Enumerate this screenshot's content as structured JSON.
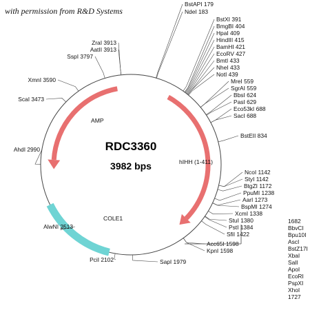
{
  "credit": "with permission from R&D Systems",
  "plasmid": {
    "name": "RDC3360",
    "size_label": "3982 bps",
    "length": 3982
  },
  "colors": {
    "amp": "#e87070",
    "insert": "#e87070",
    "cole1": "#6fd4d4",
    "line": "#444444"
  },
  "features": [
    {
      "label": "AMP"
    },
    {
      "label": "hIHH (1-411)"
    },
    {
      "label": "COLE1"
    }
  ],
  "sites": [
    {
      "label": "BstAPI 179"
    },
    {
      "label": "NdeI 183"
    },
    {
      "label": "BstXI 391"
    },
    {
      "label": "BmgBI 404"
    },
    {
      "label": "HpaI 409"
    },
    {
      "label": "HindIII 415"
    },
    {
      "label": "BamHI 421"
    },
    {
      "label": "EcoRV 427"
    },
    {
      "label": "BmtI 433"
    },
    {
      "label": "NheI 433"
    },
    {
      "label": "NotI 439"
    },
    {
      "label": "MreI 559"
    },
    {
      "label": "SgrAI 559"
    },
    {
      "label": "BbsI 624"
    },
    {
      "label": "PasI 629"
    },
    {
      "label": "Eco53kI 688"
    },
    {
      "label": "SacI 688"
    },
    {
      "label": "BstEII 834"
    },
    {
      "label": "NcoI 1142"
    },
    {
      "label": "StyI 1142"
    },
    {
      "label": "BtgZI 1172"
    },
    {
      "label": "PpuMI 1238"
    },
    {
      "label": "AarI 1273"
    },
    {
      "label": "BspMI 1274"
    },
    {
      "label": "XcmI 1338"
    },
    {
      "label": "StuI 1380"
    },
    {
      "label": "PstI 1384"
    },
    {
      "label": "SfiI 1422"
    },
    {
      "label": "Acc65I 1598"
    },
    {
      "label": "KpnI 1598"
    },
    {
      "label": "SapI 1979"
    },
    {
      "label": "PciI 2102"
    },
    {
      "label": "AlwNI 2513"
    },
    {
      "label": "AhdI 2990"
    },
    {
      "label": "ScaI 3473"
    },
    {
      "label": "XmnI 3590"
    },
    {
      "label": "SspI 3797"
    },
    {
      "label": "AatII 3913"
    },
    {
      "label": "ZraI 3913"
    }
  ],
  "mcs_block": [
    "1682",
    "BbvCI",
    "Bpu10I",
    "AscI",
    "BstZ17I",
    "XbaI",
    "SalI",
    "ApoI",
    "EcoRI",
    "PspXI",
    "XhoI",
    "1727"
  ]
}
